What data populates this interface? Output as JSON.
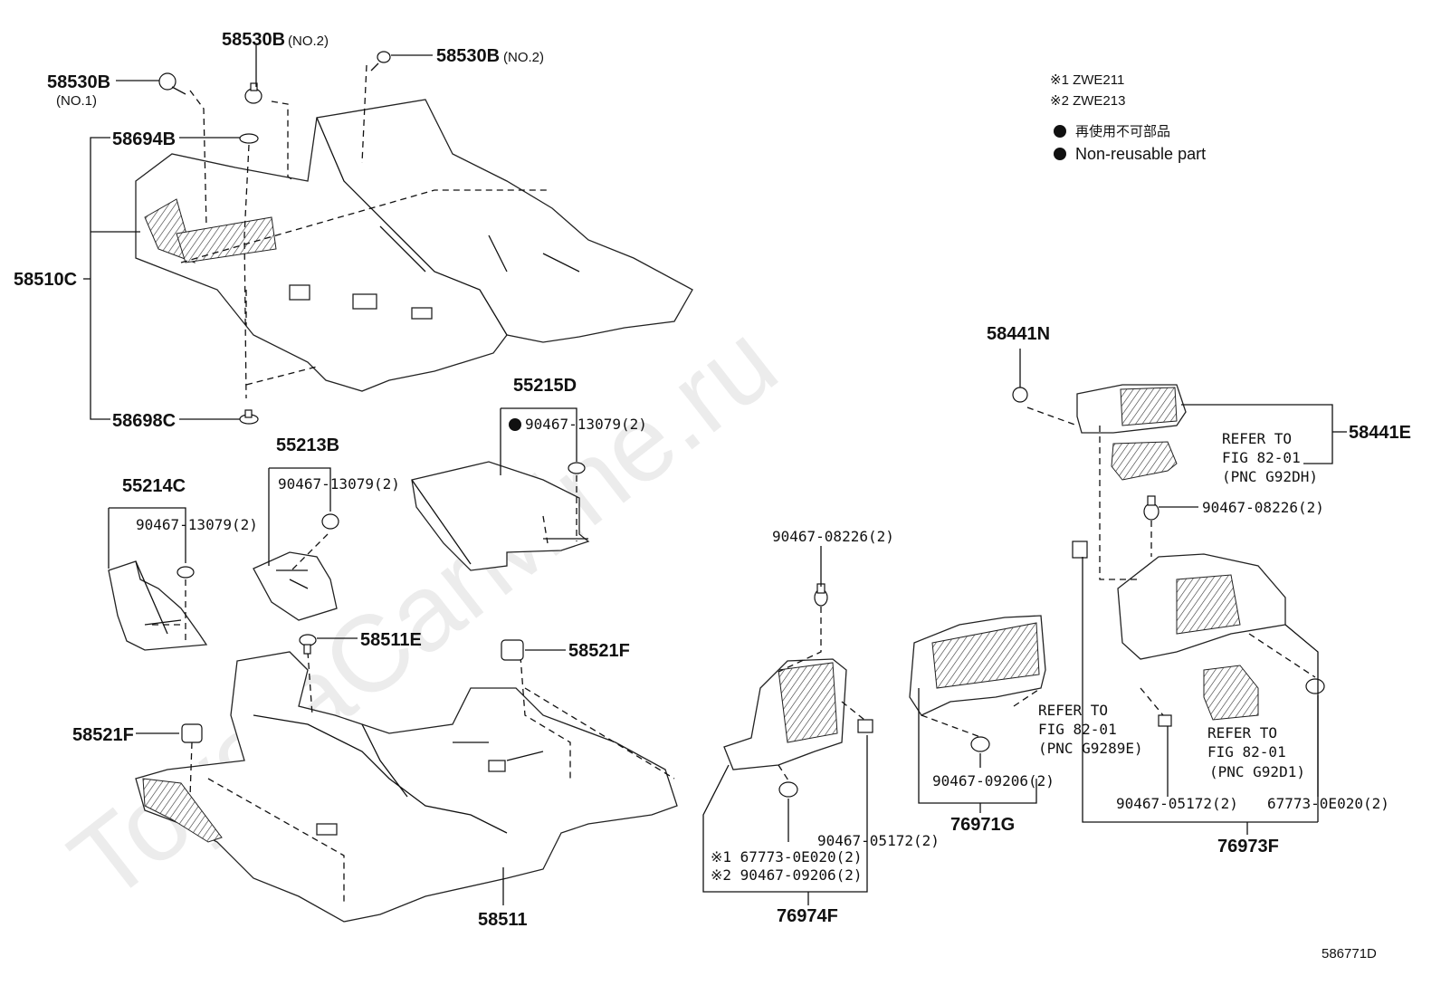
{
  "watermark": "ToyotaCarMine.ru",
  "legend": {
    "note1": "※1 ZWE211",
    "note2": "※2 ZWE213",
    "nonreusable_jp": "再使用不可部品",
    "nonreusable_en": "Non-reusable part"
  },
  "labels": {
    "p58530B_no1": "58530B",
    "p58530B_no1_sub": "(NO.1)",
    "p58530B_no2a": "58530B",
    "p58530B_no2a_sub": "(NO.2)",
    "p58530B_no2b": "58530B",
    "p58530B_no2b_sub": "(NO.2)",
    "p58694B": "58694B",
    "p58510C": "58510C",
    "p58698C": "58698C",
    "p55215D": "55215D",
    "p55215D_clip": "90467-13079(2)",
    "p55213B": "55213B",
    "p55213B_clip": "90467-13079(2)",
    "p55214C": "55214C",
    "p55214C_clip": "90467-13079(2)",
    "p58511E": "58511E",
    "p58521F_a": "58521F",
    "p58521F_b": "58521F",
    "p58511": "58511",
    "p90467_08226_mid": "90467-08226(2)",
    "p76974F_n1": "※1 67773-0E020(2)",
    "p76974F_n2": "※2 90467-09206(2)",
    "p90467_05172_mid": "90467-05172(2)",
    "p76974F": "76974F",
    "p90467_09206": "90467-09206(2)",
    "p76971G": "76971G",
    "p58441N": "58441N",
    "p58441E": "58441E",
    "refer1_a": "REFER TO",
    "refer1_b": "FIG 82-01",
    "refer1_c": "(PNC G92DH)",
    "p90467_08226_right": "90467-08226(2)",
    "refer2_a": "REFER TO",
    "refer2_b": "FIG 82-01",
    "refer2_c": "(PNC G9289E)",
    "refer3_a": "REFER TO",
    "refer3_b": "FIG 82-01",
    "refer3_c": "(PNC G92D1)",
    "p90467_05172_right": "90467-05172(2)",
    "p67773_0E020": "67773-0E020(2)",
    "p76973F": "76973F",
    "fig_code": "586771D"
  }
}
